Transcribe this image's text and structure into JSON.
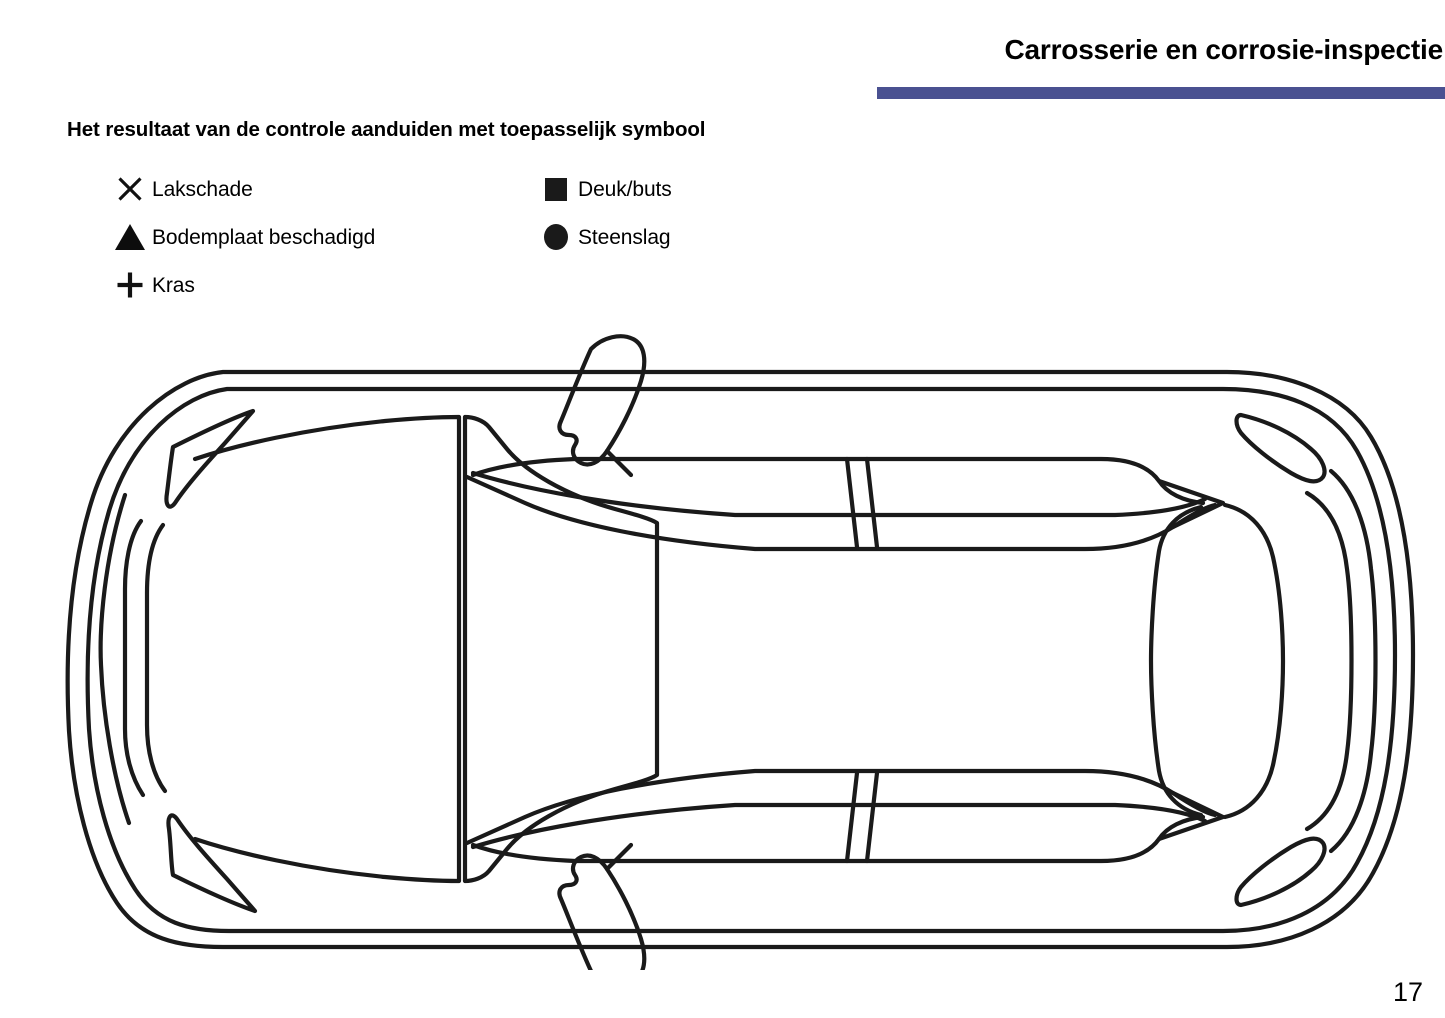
{
  "header": {
    "title": "Carrosserie en corrosie-inspectie",
    "rule_color": "#4a5191"
  },
  "legend": {
    "title": "Het resultaat van de controle aanduiden met toepasselijk symbool",
    "items": [
      {
        "symbol": "cross-symbol",
        "label": "Lakschade"
      },
      {
        "symbol": "triangle-symbol",
        "label": "Bodemplaat beschadigd"
      },
      {
        "symbol": "plus-symbol",
        "label": "Kras"
      },
      {
        "symbol": "square-symbol",
        "label": "Deuk/buts"
      },
      {
        "symbol": "circle-symbol",
        "label": "Steenslag"
      }
    ],
    "symbol_color": "#111111"
  },
  "diagram": {
    "name": "car-top-view-outline",
    "description": "Carrosserie top view",
    "stroke_color": "#1a1a1a"
  },
  "footer": {
    "page_number": "17"
  }
}
